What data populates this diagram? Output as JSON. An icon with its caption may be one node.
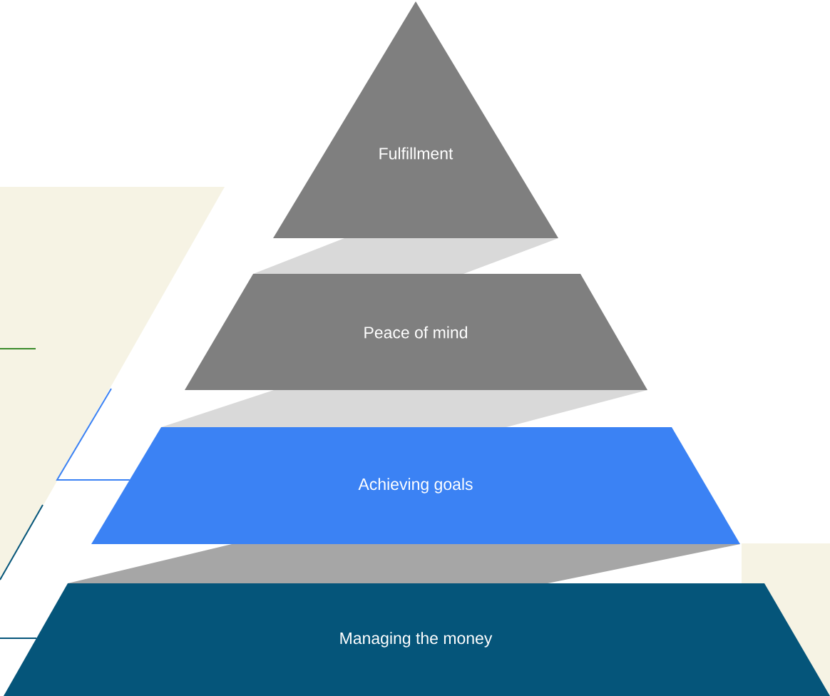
{
  "diagram": {
    "nodes": [
      {
        "text": [
          "Fulfillment"
        ]
      },
      {
        "text": [
          "Peace of mind"
        ]
      },
      {
        "text": [
          "Achieving goals"
        ]
      },
      {
        "text": [
          "Managing the money"
        ]
      }
    ],
    "edges": [
      {
        "from": null,
        "to": 2,
        "arrow": "none",
        "color": "#3b82f4"
      },
      {
        "from": null,
        "to": 3,
        "arrow": "none",
        "color": "#05557a"
      }
    ]
  }
}
